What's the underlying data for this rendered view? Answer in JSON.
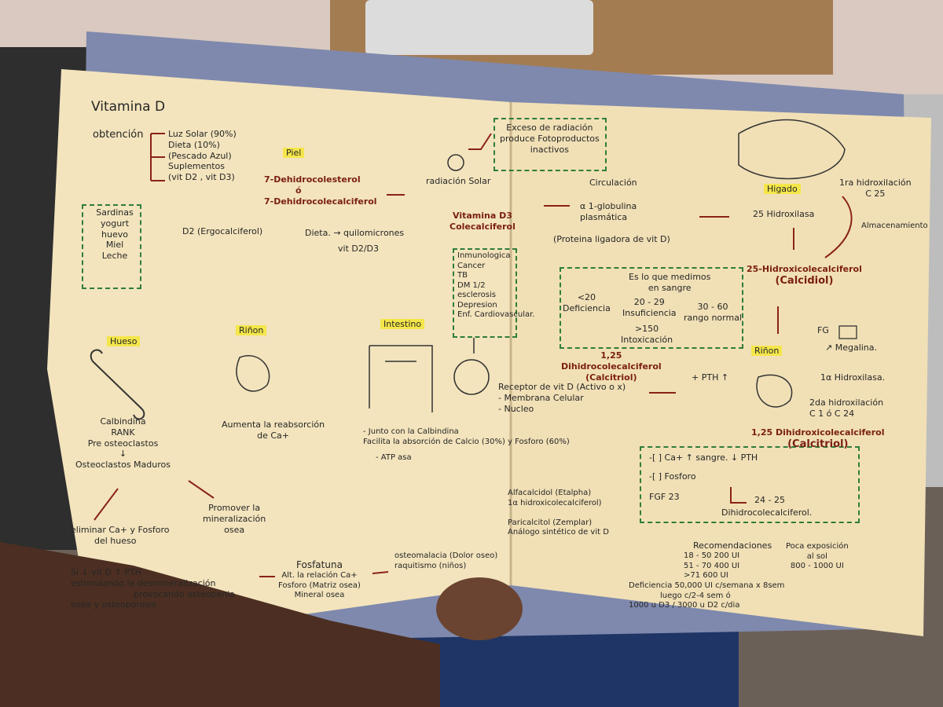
{
  "heading": "Vitamina D",
  "obtencion": {
    "label": "obtención",
    "sources": [
      "Luz Solar (90%)",
      "Dieta (10%)",
      "(Pescado Azul)",
      "Suplementos",
      "(vit D2 , vit D3)"
    ]
  },
  "foods": [
    "Sardinas",
    "yogurt",
    "huevo",
    "Miel",
    "Leche"
  ],
  "ergocalciferol": "D2 (Ergocalciferol)",
  "piel": {
    "label": "Piel",
    "lines": [
      "7-Dehidrocolesterol",
      "ó",
      "7-Dehidrocolecalciferol"
    ]
  },
  "dieta": {
    "line1": "Dieta.  →  quilomicrones",
    "line2": "vit D2/D3"
  },
  "radiacion": "radiación Solar",
  "exceso": [
    "Exceso de radiación",
    "produce Fotoproductos",
    "inactivos"
  ],
  "vitD3": [
    "Vitamina D3",
    "Colecalciferol"
  ],
  "effects": [
    "Inmunologica",
    "Cancer",
    "TB",
    "DM 1/2",
    "esclerosis",
    "Depresion",
    "Enf. Cardiovascular."
  ],
  "circulacion": {
    "label": "Circulación",
    "lines": [
      "α 1-globulina",
      "plasmática",
      "(Proteina ligadora de vit D)"
    ]
  },
  "higado": {
    "label": "Higado",
    "enzyme": "25 Hidroxilasa"
  },
  "hidroxilacion1": [
    "1ra hidroxilación",
    "C 25"
  ],
  "almacenamiento": "Almacenamiento",
  "hydroxy25": [
    "25-Hidroxicolecalciferol",
    "(Calcidiol)"
  ],
  "niveles": {
    "title": [
      "Es lo que medimos",
      "en sangre"
    ],
    "deficiencia": [
      "<20",
      "Deficiencia"
    ],
    "insuficiencia": [
      "20 - 29",
      "Insuficiencia"
    ],
    "normal": [
      "30 - 60",
      "rango normal"
    ],
    "intoxicacion": [
      ">150",
      "Intoxicación"
    ]
  },
  "rinon_right": {
    "label": "Riñon",
    "fg": "FG",
    "megalina": "↗ Megalina.",
    "enzyme": "1α Hidroxilasa.",
    "hidroxilacion2": [
      "2da hidroxilación",
      "C 1 ó C 24"
    ],
    "pth": "+ PTH ↑"
  },
  "calcitriol_mid": [
    "1,25",
    "Dihidrocolecalciferol",
    "(Calcitriol)"
  ],
  "receptor": [
    "Receptor de vit D (Activo o x)",
    "- Membrana Celular",
    "- Nucleo"
  ],
  "calcitriol_right": [
    "1,25 Dihidroxicolecalciferol",
    "(Calcitriol)"
  ],
  "regulacion": {
    "line1": "-[ ] Ca+ ↑  sangre.  ↓ PTH",
    "line2": "-[ ] Fosforo",
    "fgf": "FGF 23",
    "nums": "24 - 25",
    "result": "Dihidrocolecalciferol."
  },
  "analogos": [
    "Alfacalcidol (Etalpha)",
    "1α hidroxicolecalciferol)",
    "",
    "Paricalcitol (Zemplar)",
    "Análogo sintético de vit D"
  ],
  "recomendaciones": {
    "title": "Recomendaciones",
    "rows": [
      "18 - 50    200 UI",
      "51 - 70    400 UI",
      ">71    600 UI"
    ]
  },
  "exposicion": {
    "lines": [
      "Poca exposición",
      "al sol"
    ],
    "value": "800 - 1000 UI"
  },
  "deficiencia_tx": [
    "Deficiencia  50,000 UI c/semana x 8sem",
    "luego  c/2-4 sem    ó",
    "1000 u D3 / 3000 u D2 c/dia"
  ],
  "hueso": {
    "label": "Hueso",
    "lines": [
      "Calbindina",
      "RANK",
      "Pre osteoclastos",
      "↓",
      "Osteoclastos Maduros"
    ],
    "left": [
      "eliminar Ca+ y Fosforo",
      "del hueso"
    ],
    "right": [
      "Promover la",
      "mineralización",
      "osea"
    ]
  },
  "rinon_left": {
    "label": "Riñon",
    "lines": [
      "Aumenta la reabsorción",
      "de Ca+"
    ]
  },
  "intestino": {
    "label": "Intestino",
    "lines": [
      "- Junto con la Calbindina",
      "Facilita la absorción de Calcio (30%) y Fosforo (60%)",
      "- ATP asa"
    ]
  },
  "bottom": {
    "line1": "Si ↓ vit D  ↑ PTH",
    "line2": "estimulando la desmineralización",
    "line3": "provocando osteopenia",
    "line4": "osea y osteoporosis"
  },
  "fosfatuna": [
    "Fosfatuna",
    "Alt. la relación Ca+",
    "Fosforo (Matriz osea)",
    "Mineral osea"
  ],
  "osteomalacia": [
    "osteomalacia (Dolor oseo)",
    "raquitismo (niños)"
  ]
}
